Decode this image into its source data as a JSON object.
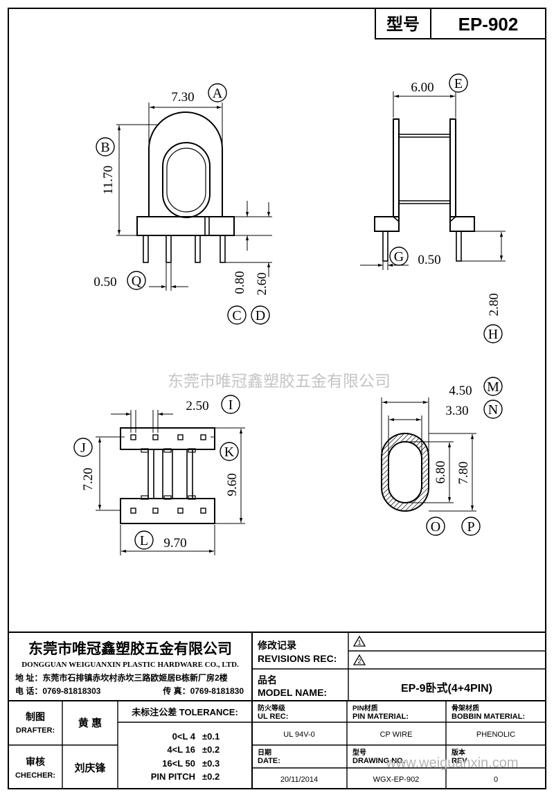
{
  "header": {
    "label": "型号",
    "value": "EP-902"
  },
  "watermark": {
    "center": "东莞市唯冠鑫塑胶五金有限公司",
    "corner": "www.weiguanxin.com"
  },
  "dimensions": {
    "A": "7.30",
    "B": "11.70",
    "C": "0.80",
    "D": "2.60",
    "E": "6.00",
    "G": "0.50",
    "H": "2.80",
    "I": "2.50",
    "K": "9.60",
    "J": "7.20",
    "L": "9.70",
    "M": "4.50",
    "N": "3.30",
    "O": "6.80",
    "P": "7.80",
    "Q": "0.50"
  },
  "callouts": [
    "A",
    "B",
    "C",
    "D",
    "E",
    "G",
    "H",
    "I",
    "J",
    "K",
    "L",
    "M",
    "N",
    "O",
    "P",
    "Q"
  ],
  "company": {
    "name_cn": "东莞市唯冠鑫塑胶五金有限公司",
    "name_en": "DONGGUAN WEIGUANXIN PLASTIC HARDWARE CO., LTD.",
    "address": "地  址：东莞市石排镇赤坎村赤坎三路欧姬居B栋新厂房2楼",
    "phone": "电  话：0769-81818303",
    "fax": "传  真：0769-8181830"
  },
  "revisions": {
    "label_cn": "修改记录",
    "label_en": "REVISIONS REC:",
    "rev1": "1",
    "rev2": "2"
  },
  "model": {
    "label_cn": "品名",
    "label_en": "MODEL NAME:",
    "value": "EP-9卧式(4+4PIN)"
  },
  "drafter": {
    "label_cn": "制图",
    "label_en": "DRAFTER:",
    "name": "黄  惠"
  },
  "checker": {
    "label_cn": "审核",
    "label_en": "CHECHER:",
    "name": "刘庆锋"
  },
  "tolerance": {
    "title": "未标注公差 TOLERANCE:",
    "rows": [
      {
        "range": "0<L  4",
        "value": "±0.1"
      },
      {
        "range": "4<L  16",
        "value": "±0.2"
      },
      {
        "range": "16<L  50",
        "value": "±0.3"
      },
      {
        "range": "PIN PITCH",
        "value": "±0.2"
      }
    ]
  },
  "ul": {
    "label_cn": "防火等级",
    "label_en": "UL REC:",
    "value": "UL 94V-0"
  },
  "pin_material": {
    "label_cn": "PIN材质",
    "label_en": "PIN MATERIAL:",
    "value": "CP WIRE"
  },
  "bobbin_material": {
    "label_cn": "骨架材质",
    "label_en": "BOBBIN MATERIAL:",
    "value": "PHENOLIC"
  },
  "date": {
    "label_cn": "日期",
    "label_en": "DATE:",
    "value": "20/11/2014"
  },
  "drawing_no": {
    "label_cn": "型号",
    "label_en": "DRAWING NO.",
    "value": "WGX-EP-902"
  },
  "rev": {
    "label_cn": "版本",
    "label_en": "REV",
    "value": "0"
  }
}
